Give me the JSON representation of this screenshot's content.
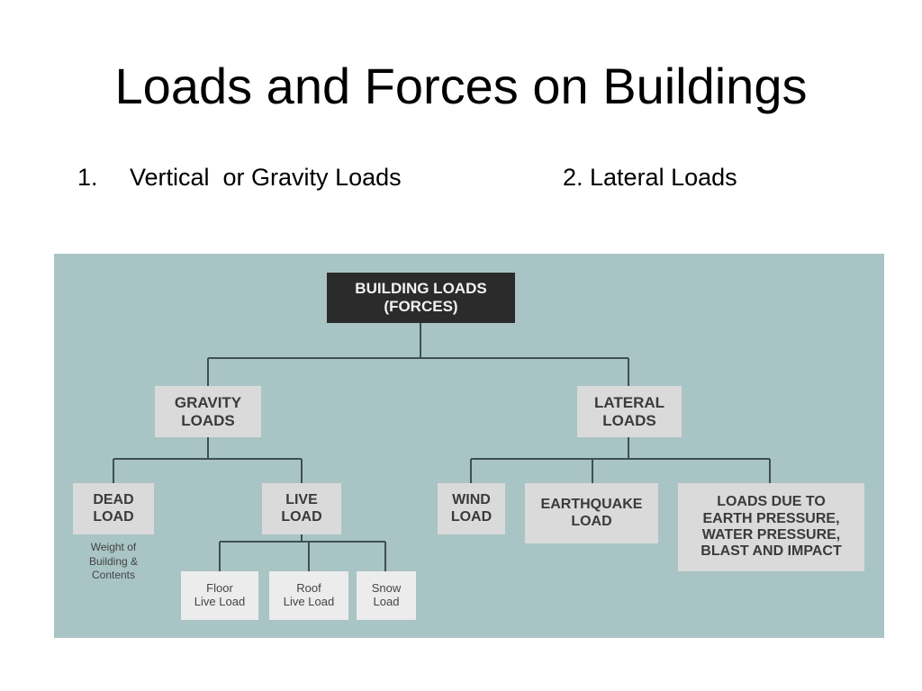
{
  "title": "Loads and Forces on Buildings",
  "subtitle": {
    "item1_number": "1.",
    "item1_text": "Vertical  or Gravity Loads",
    "item2_text": "2. Lateral Loads"
  },
  "diagram": {
    "root": "BUILDING LOADS\n(FORCES)",
    "gravity": "GRAVITY\nLOADS",
    "lateral": "LATERAL\nLOADS",
    "dead": "DEAD\nLOAD",
    "dead_note": "Weight of\nBuilding &\nContents",
    "live": "LIVE\nLOAD",
    "floor_live": "Floor\nLive Load",
    "roof_live": "Roof\nLive Load",
    "snow": "Snow\nLoad",
    "wind": "WIND\nLOAD",
    "earthquake": "EARTHQUAKE\nLOAD",
    "earth_pressure": "LOADS DUE TO\nEARTH PRESSURE,\nWATER PRESSURE,\nBLAST AND IMPACT"
  },
  "colors": {
    "diagram_background": "#a9c4c5",
    "root_box": "#2b2b2b",
    "node_box": "#dadada",
    "leaf_box": "#ececec",
    "connector": "#3f4f52"
  }
}
